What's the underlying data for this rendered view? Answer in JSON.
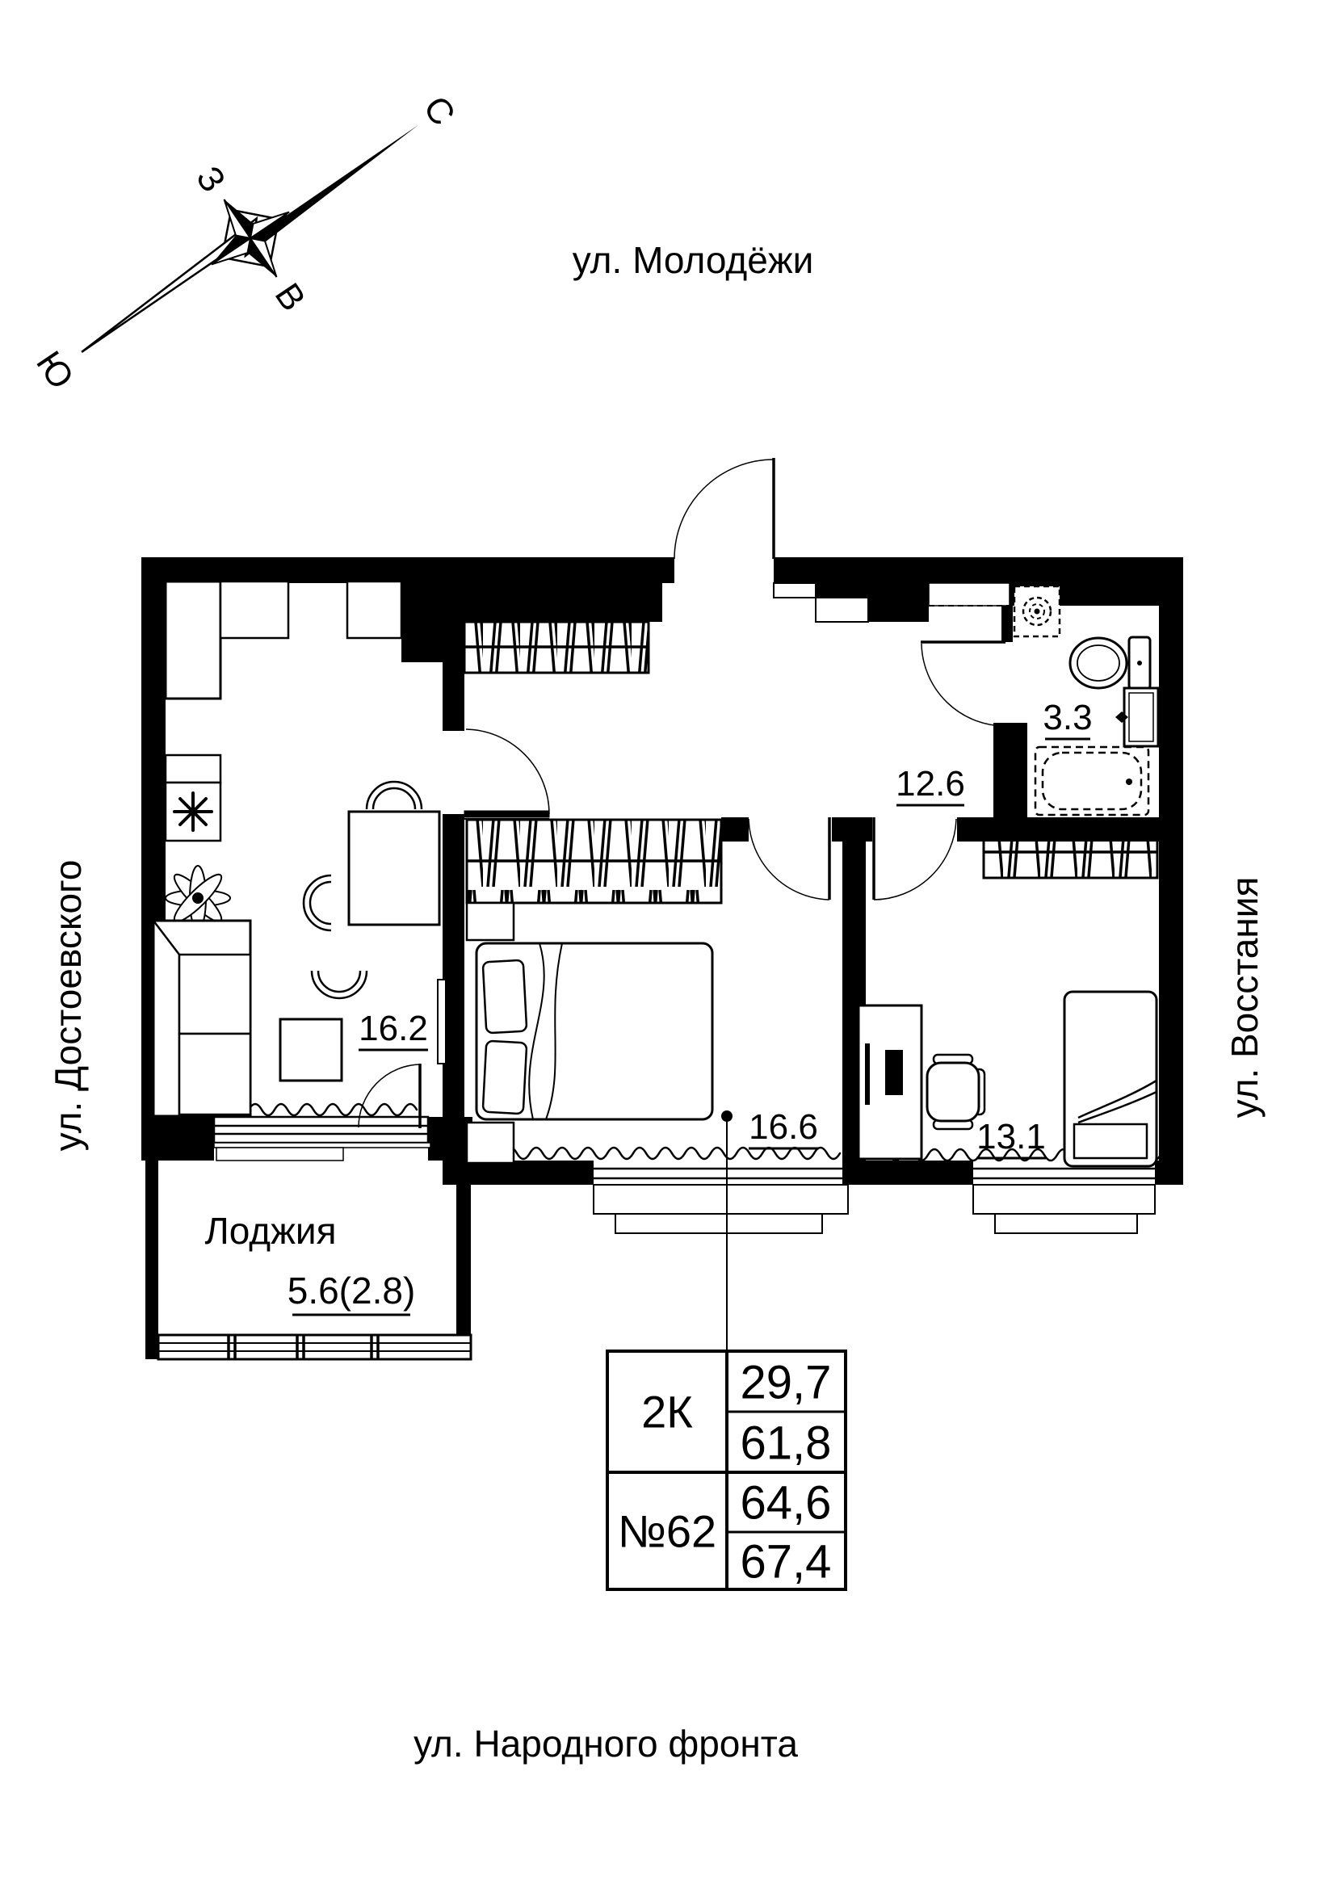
{
  "compass": {
    "n": "С",
    "w": "З",
    "e": "В",
    "s": "Ю"
  },
  "streets": {
    "top": "ул. Молодёжи",
    "left": "ул. Достоевского",
    "right": "ул. Восстания",
    "bottom": "ул. Народного фронта"
  },
  "rooms": {
    "kitchen_living": {
      "area": "16.2"
    },
    "hallway": {
      "area": "12.6"
    },
    "bathroom": {
      "area": "3.3"
    },
    "bedroom_master": {
      "area": "16.6"
    },
    "bedroom_second": {
      "area": "13.1"
    },
    "loggia": {
      "name": "Лоджия",
      "area": "5.6(2.8)"
    }
  },
  "info_table": {
    "apartment_type": "2К",
    "apartment_number": "№62",
    "values": [
      "29,7",
      "61,8",
      "64,6",
      "67,4"
    ]
  },
  "colors": {
    "ink": "#000000",
    "paper": "#ffffff"
  }
}
